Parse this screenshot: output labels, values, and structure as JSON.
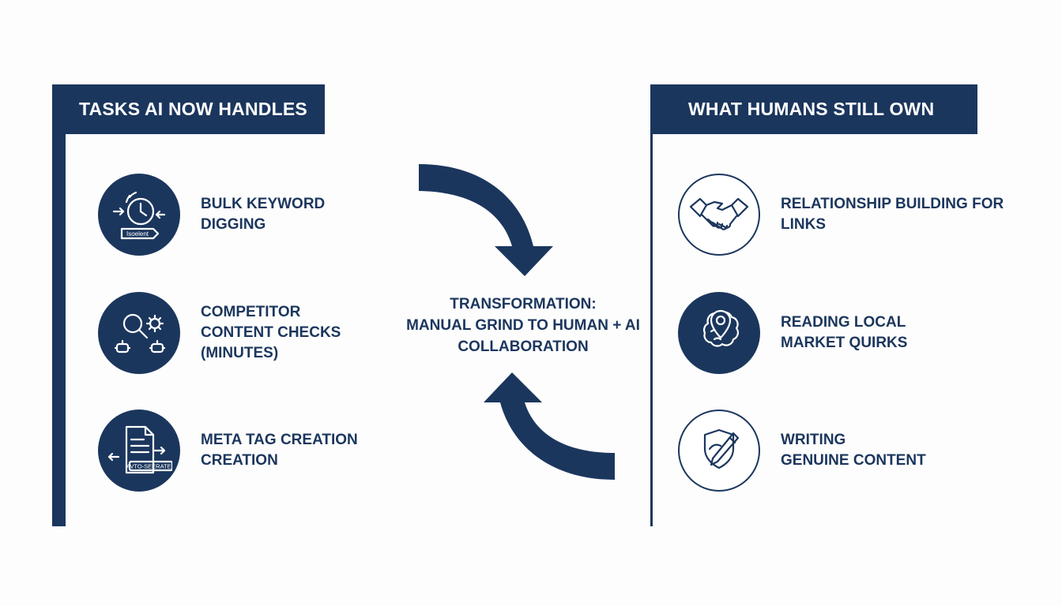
{
  "left_panel": {
    "title": "TASKS AI NOW HANDLES",
    "items": [
      {
        "icon": "clock-arrows-icon",
        "lines": [
          "BULK KEYWORD",
          "DIGGING"
        ],
        "badge": "Isoelent"
      },
      {
        "icon": "search-gear-robots-icon",
        "lines": [
          "COMPETITOR",
          "CONTENT CHECKS",
          "(MINUTES)"
        ]
      },
      {
        "icon": "document-auto-icon",
        "lines": [
          "META TAG CREATION",
          "CREATION"
        ],
        "badge": "AVTO-SEERATED"
      }
    ]
  },
  "right_panel": {
    "title": "WHAT HUMANS STILL OWN",
    "items": [
      {
        "icon": "handshake-icon",
        "lines": [
          "RELATIONSHIP BUILDING FOR",
          "LINKS"
        ]
      },
      {
        "icon": "location-brain-icon",
        "lines": [
          "READING LOCAL",
          "MARKET QUIRKS"
        ]
      },
      {
        "icon": "pen-shield-icon",
        "lines": [
          "WRITING",
          "GENUINE CONTENT"
        ]
      }
    ]
  },
  "center": {
    "lines": [
      "TRANSFORMATION:",
      "MANUAL GRIND TO HUMAN + AI",
      "COLLABORATION"
    ]
  },
  "colors": {
    "navy": "#1b365d",
    "background": "#fdfdfd",
    "white": "#ffffff"
  }
}
